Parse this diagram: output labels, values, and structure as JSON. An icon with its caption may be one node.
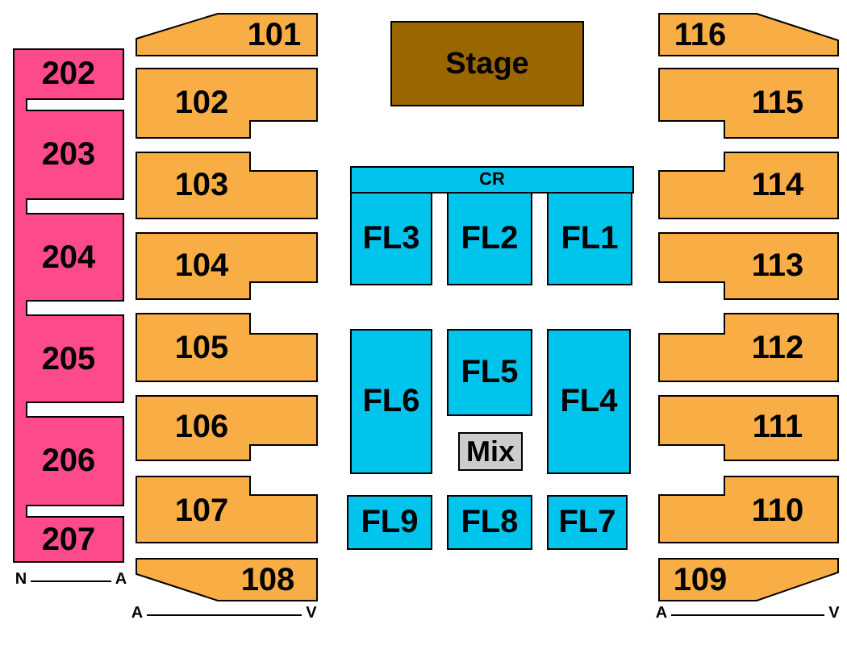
{
  "diagram": {
    "nodes": [
      {
        "text": [
          "Stage"
        ]
      },
      {
        "text": [
          "101"
        ]
      },
      {
        "text": [
          "116"
        ]
      },
      {
        "text": [
          "202"
        ]
      },
      {
        "text": [
          "102"
        ]
      },
      {
        "text": [
          "115"
        ]
      },
      {
        "text": [
          "203"
        ]
      },
      {
        "text": [
          "103"
        ]
      },
      {
        "text": [
          "CR"
        ]
      },
      {
        "text": [
          "114"
        ]
      },
      {
        "text": [
          "FL3"
        ]
      },
      {
        "text": [
          "FL2"
        ]
      },
      {
        "text": [
          "FL1"
        ]
      },
      {
        "text": [
          "204"
        ]
      },
      {
        "text": [
          "104"
        ]
      },
      {
        "text": [
          "113"
        ]
      },
      {
        "text": [
          "205"
        ]
      },
      {
        "text": [
          "105"
        ]
      },
      {
        "text": [
          "FL6"
        ]
      },
      {
        "text": [
          "FL5"
        ]
      },
      {
        "text": [
          "FL4"
        ]
      },
      {
        "text": [
          "112"
        ]
      },
      {
        "text": [
          "106"
        ]
      },
      {
        "text": [
          "111"
        ]
      },
      {
        "text": [
          "Mix"
        ]
      },
      {
        "text": [
          "206"
        ]
      },
      {
        "text": [
          "107"
        ]
      },
      {
        "text": [
          "FL9"
        ]
      },
      {
        "text": [
          "FL8"
        ]
      },
      {
        "text": [
          "FL7"
        ]
      },
      {
        "text": [
          "110"
        ]
      },
      {
        "text": [
          "207"
        ]
      },
      {
        "text": [
          "108"
        ]
      },
      {
        "text": [
          "109"
        ]
      }
    ],
    "labels": [
      "N",
      "A",
      "A",
      "V",
      "A",
      "V"
    ]
  }
}
